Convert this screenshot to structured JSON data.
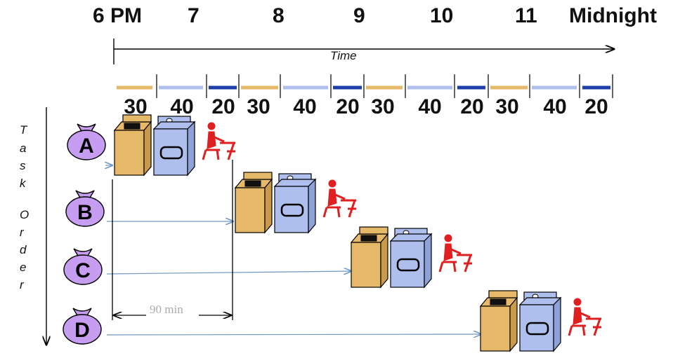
{
  "header": {
    "hours": [
      "6 PM",
      "7",
      "8",
      "9",
      "10",
      "11",
      "Midnight"
    ],
    "time_label": "Time"
  },
  "durations": [
    "30",
    "40",
    "20",
    "30",
    "40",
    "20",
    "30",
    "40",
    "20",
    "30",
    "40",
    "20"
  ],
  "y_axis_label": [
    "T",
    "a",
    "s",
    "k",
    "O",
    "r",
    "d",
    "e",
    "r"
  ],
  "tasks": [
    {
      "label": "A"
    },
    {
      "label": "B"
    },
    {
      "label": "C"
    },
    {
      "label": "D"
    }
  ],
  "dimension_label": "90 min",
  "colors": {
    "washer": "#e6b86a",
    "dryer": "#aebfee",
    "fold": "#1f3fa8",
    "bag": "#c79df2",
    "folder_person": "#e02020",
    "arrow": "#6f96c5"
  }
}
